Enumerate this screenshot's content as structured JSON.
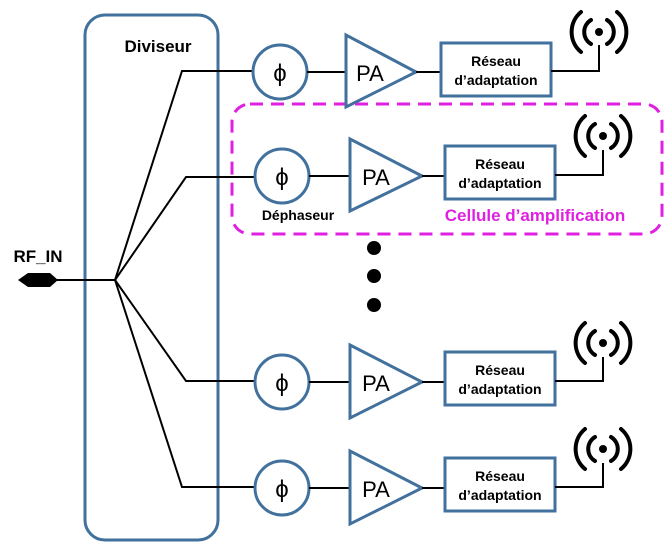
{
  "diagram": {
    "input_label": "RF_IN",
    "splitter_label": "Diviseur",
    "phase_symbol": "ϕ",
    "amp_label": "PA",
    "matching_label_line1": "Réseau",
    "matching_label_line2": "d’adaptation",
    "phase_shifter_label": "Déphaseur",
    "cell_label": "Cellule d’amplification",
    "colors": {
      "stroke": "#41719c",
      "wire": "#000000",
      "highlight": "#e020e0"
    },
    "icons": {
      "antenna": "antenna-icon",
      "input_port": "input-port-icon",
      "ellipsis": "vertical-ellipsis-dots"
    }
  }
}
